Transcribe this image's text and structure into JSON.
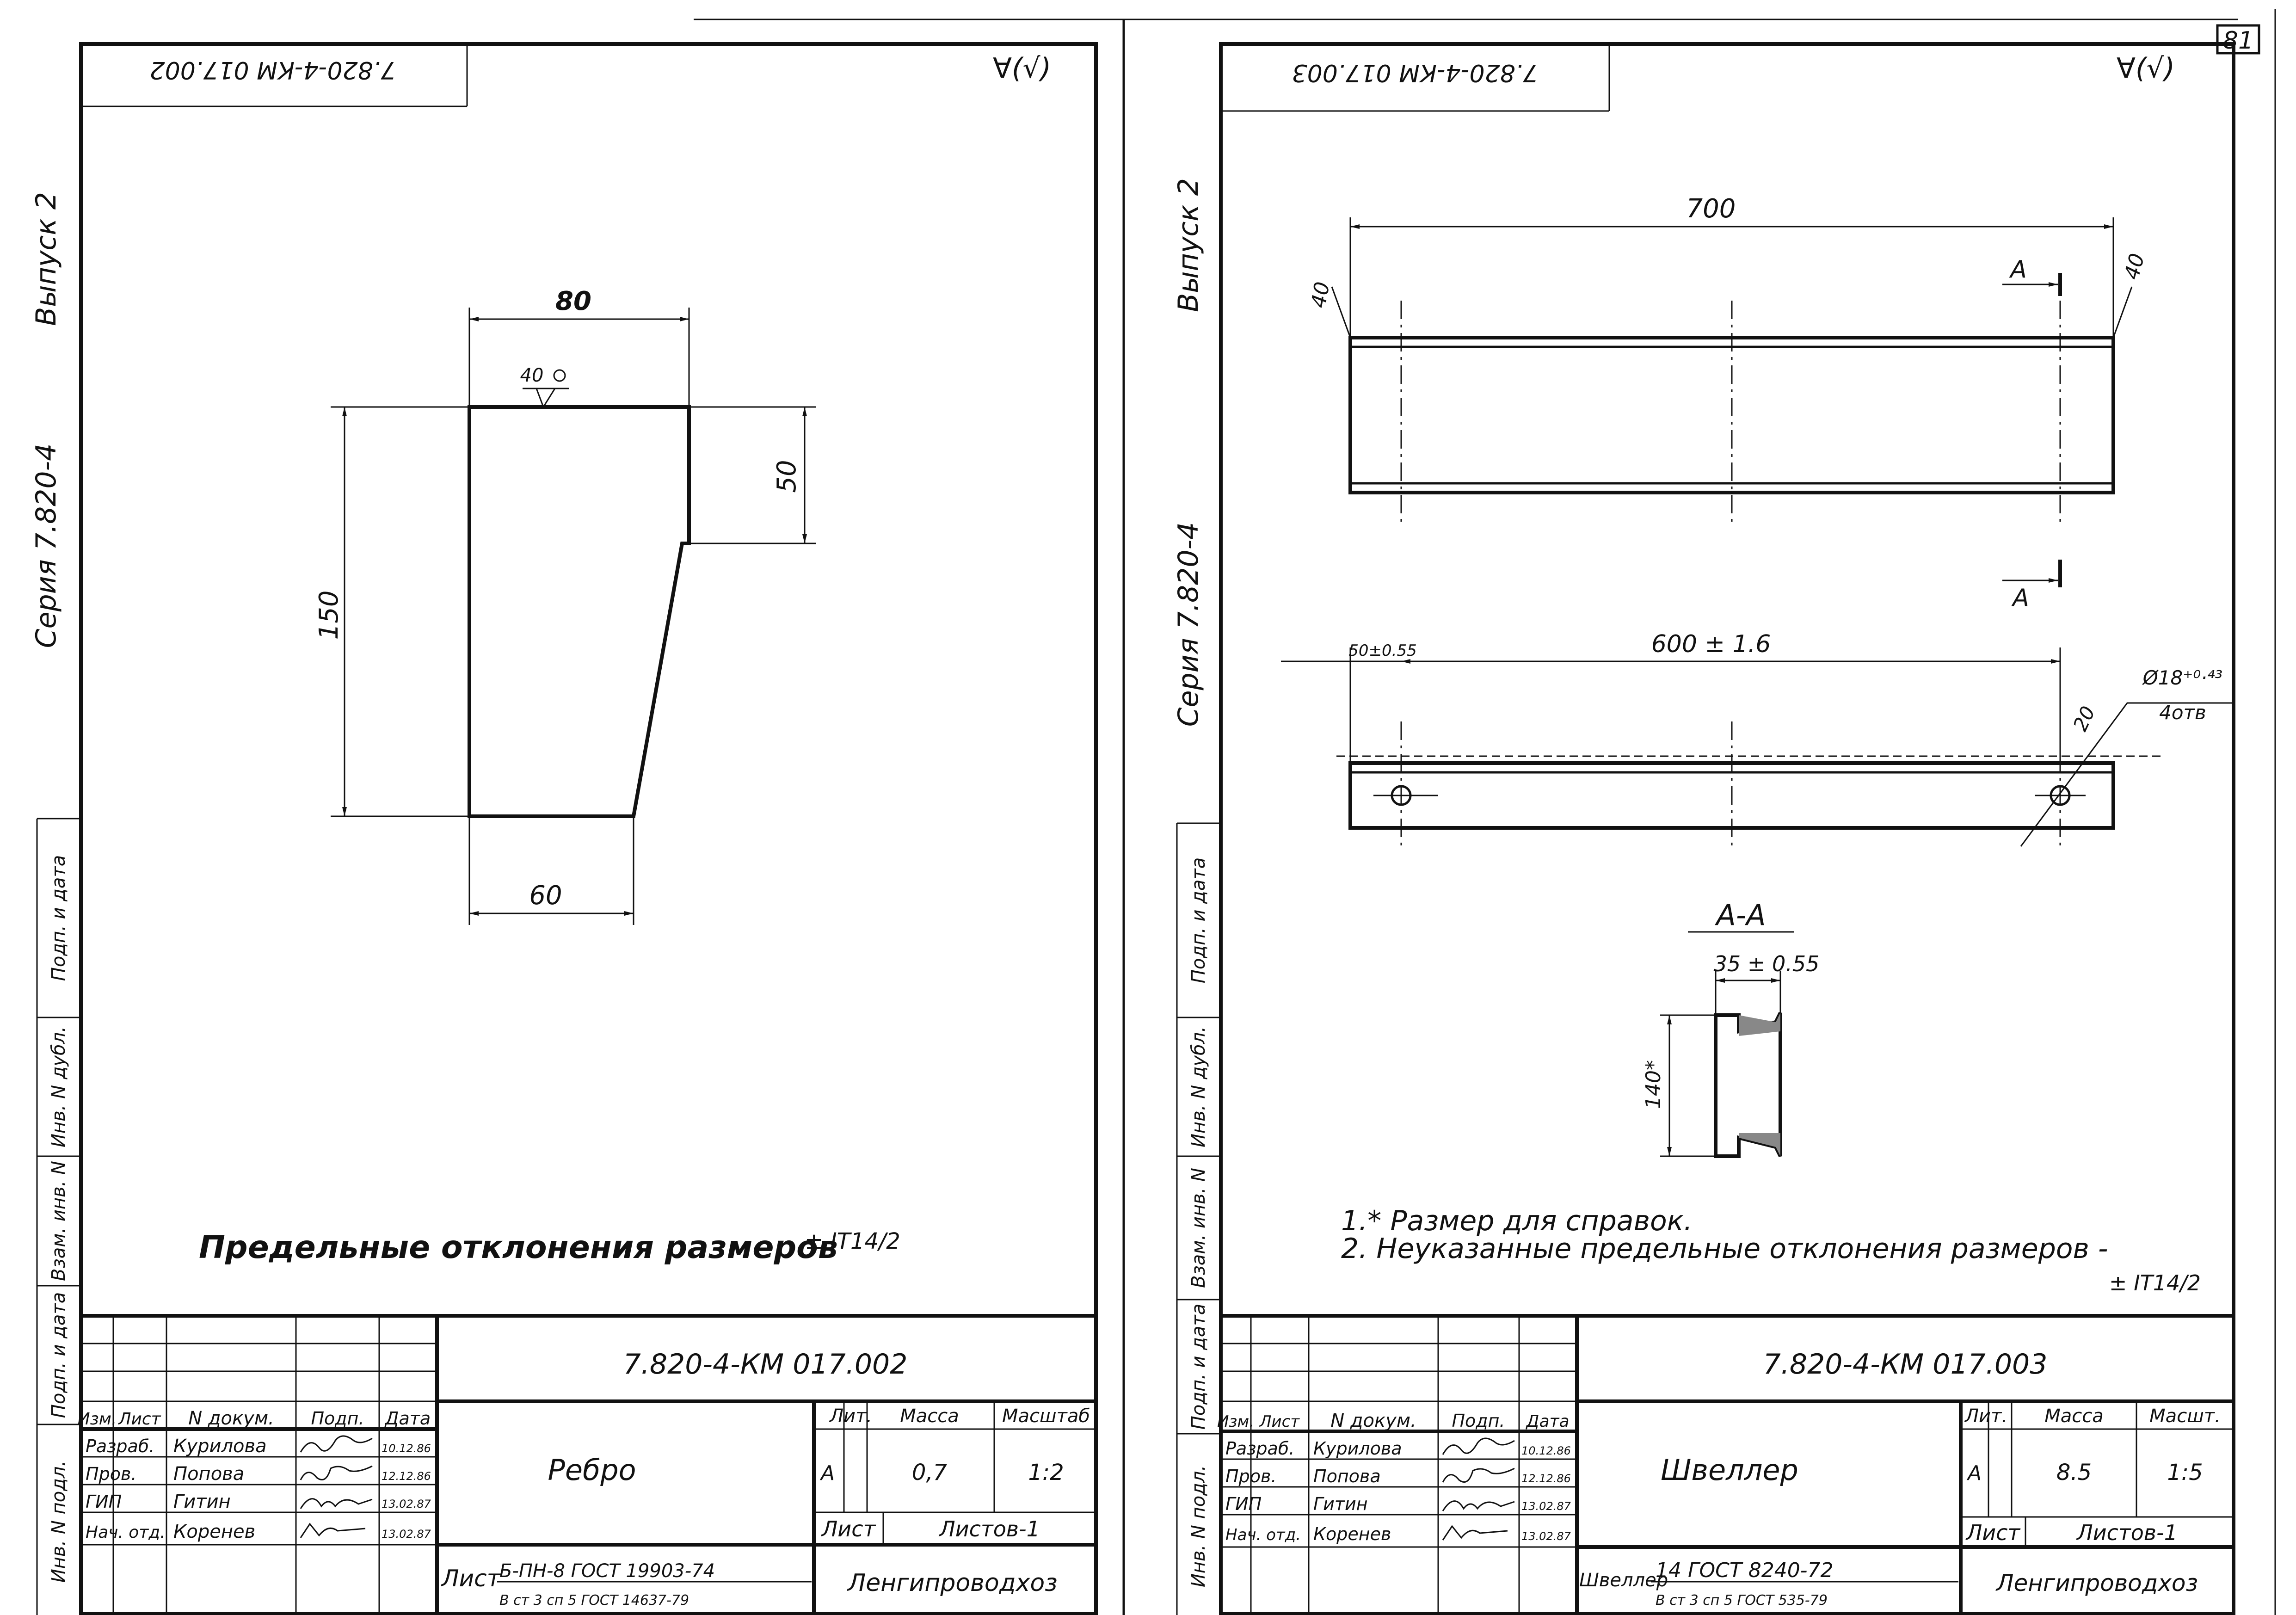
{
  "page_number": "81",
  "left_sheet": {
    "margin_series": "Серия 7.820-4",
    "margin_issue": "Выпуск 2",
    "margin_fields": [
      "Подп. и дата",
      "Инв. N дубл.",
      "Взам. инв. N",
      "Подп. и дата",
      "Инв. N подл."
    ],
    "flipped_stamp": "7.820-4-КМ 017.002",
    "roughness_mark": "∀(√)",
    "dimensions": {
      "top": "80",
      "height": "150",
      "right": "50",
      "bottom": "60",
      "weld": "40"
    },
    "note": "Предельные отклонения размеров",
    "tolerance": "± IT14/2",
    "title_block": {
      "designation": "7.820-4-КМ 017.002",
      "name": "Ребро",
      "header": {
        "izm": "Изм.",
        "list": "Лист",
        "doc": "N докум.",
        "sign": "Подп.",
        "date": "Дата"
      },
      "rows": [
        {
          "role": "Разраб.",
          "person": "Курилова",
          "date": "10.12.86"
        },
        {
          "role": "Пров.",
          "person": "Попова",
          "date": "12.12.86"
        },
        {
          "role": "ГИП",
          "person": "Гитин",
          "date": "13.02.87"
        },
        {
          "role": "Нач. отд.",
          "person": "Коренев",
          "date": "13.02.87"
        }
      ],
      "lit_label": "Лит.",
      "mass_label": "Масса",
      "scale_label": "Масштаб",
      "lit": "А",
      "mass": "0,7",
      "scale": "1:2",
      "sheet_label": "Лист",
      "sheets_label": "Листов-1",
      "material_prefix": "Лист",
      "material_top": "Б-ПН-8 ГОСТ 19903-74",
      "material_bottom": "В ст 3 сп 5 ГОСТ 14637-79",
      "org": "Ленгипроводхоз"
    }
  },
  "right_sheet": {
    "margin_series": "Серия 7.820-4",
    "margin_issue": "Выпуск 2",
    "margin_fields": [
      "Подп. и дата",
      "Инв. N дубл.",
      "Взам. инв. N",
      "Подп. и дата",
      "Инв. N подл."
    ],
    "flipped_stamp": "7.820-4-КМ 017.003",
    "roughness_mark": "∀(√)",
    "dimensions": {
      "length": "700",
      "cut_left": "40",
      "cut_right": "40",
      "hole_pitch": "600 ± 1.6",
      "hole_edge": "50±0.55",
      "hole_spec": "Ø18⁺⁰·⁴³",
      "hole_count": "4отв",
      "edge": "20",
      "section_label": "А",
      "width": "35 ± 0.55",
      "section_height": "140*"
    },
    "section_title": "А-А",
    "notes": [
      "1.* Размер для справок.",
      "2. Неуказанные предельные отклонения размеров -"
    ],
    "tolerance": "± IT14/2",
    "title_block": {
      "designation": "7.820-4-КМ 017.003",
      "name": "Швеллер",
      "header": {
        "izm": "Изм.",
        "list": "Лист",
        "doc": "N докум.",
        "sign": "Подп.",
        "date": "Дата"
      },
      "rows": [
        {
          "role": "Разраб.",
          "person": "Курилова",
          "date": "10.12.86"
        },
        {
          "role": "Пров.",
          "person": "Попова",
          "date": "12.12.86"
        },
        {
          "role": "ГИП",
          "person": "Гитин",
          "date": "13.02.87"
        },
        {
          "role": "Нач. отд.",
          "person": "Коренев",
          "date": "13.02.87"
        }
      ],
      "lit_label": "Лит.",
      "mass_label": "Масса",
      "scale_label": "Масшт.",
      "lit": "А",
      "mass": "8.5",
      "scale": "1:5",
      "sheet_label": "Лист",
      "sheets_label": "Листов-1",
      "material_prefix": "Швеллер",
      "material_top": "14 ГОСТ 8240-72",
      "material_bottom": "В ст 3 сп 5 ГОСТ 535-79",
      "org": "Ленгипроводхоз"
    }
  }
}
